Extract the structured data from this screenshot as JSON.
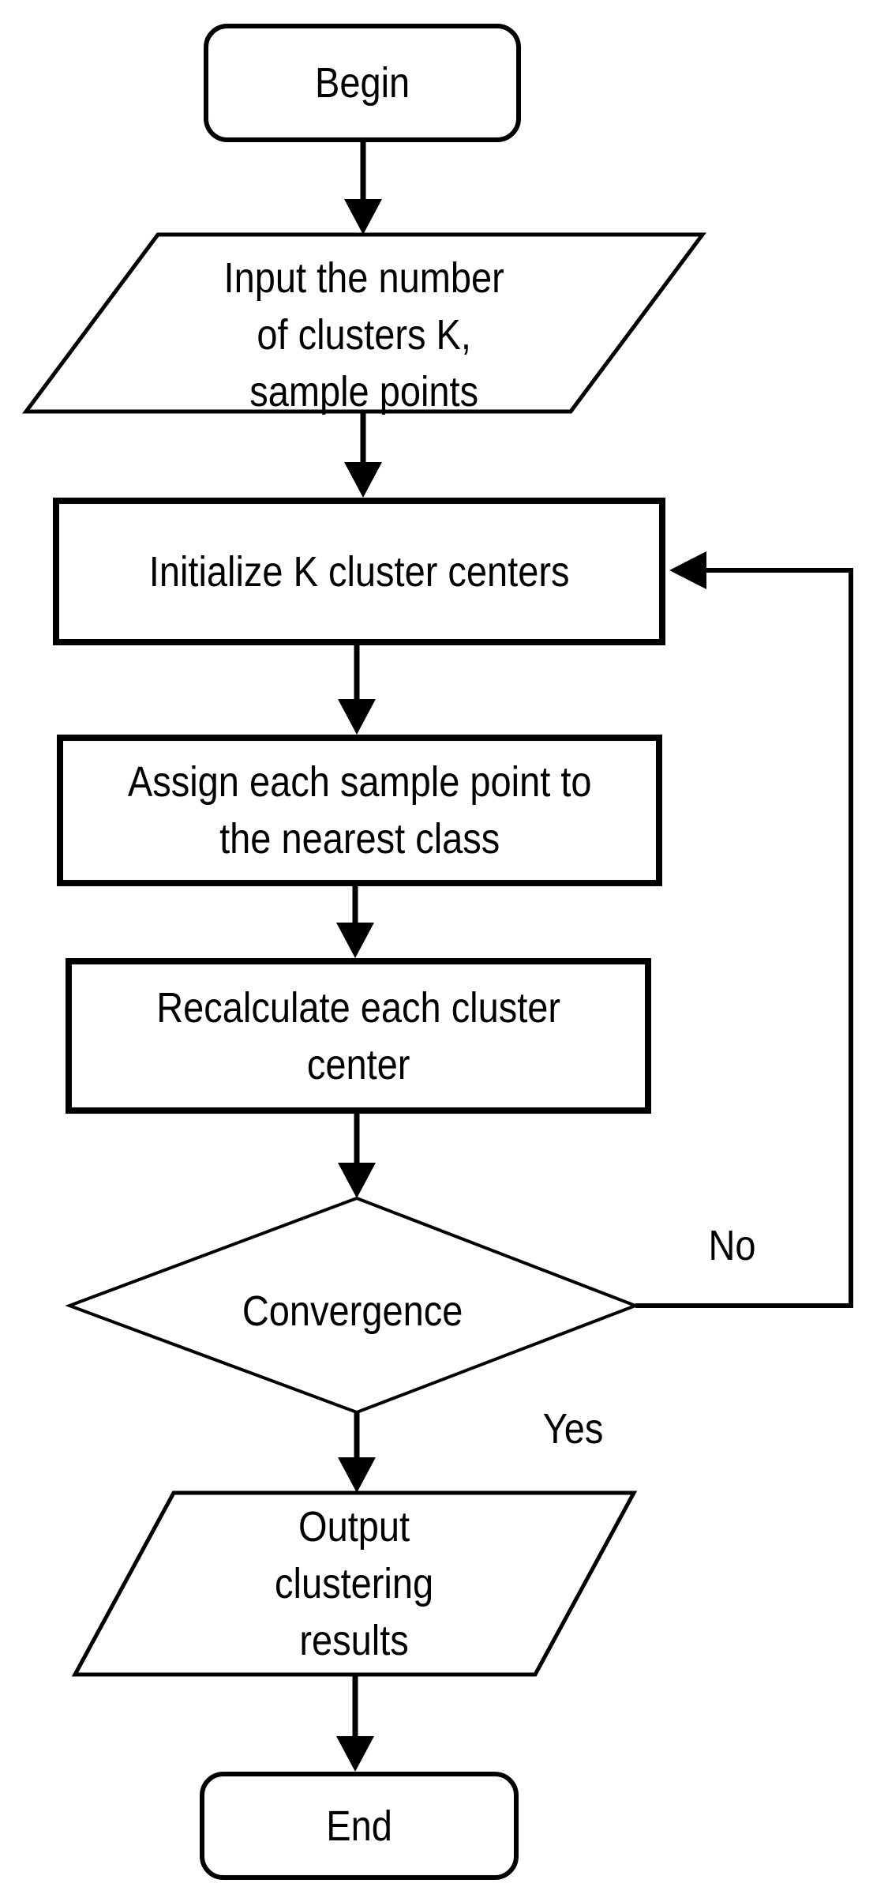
{
  "nodes": {
    "begin": {
      "label": "Begin"
    },
    "input": {
      "lines": [
        "Input the number",
        "of clusters K,",
        "sample points"
      ]
    },
    "initialize": {
      "label": "Initialize K cluster centers"
    },
    "assign": {
      "lines": [
        "Assign each sample point to",
        "the nearest class"
      ]
    },
    "recalculate": {
      "lines": [
        "Recalculate each cluster",
        "center"
      ]
    },
    "convergence": {
      "label": "Convergence"
    },
    "output": {
      "lines": [
        "Output",
        "clustering",
        "results"
      ]
    },
    "end": {
      "label": "End"
    }
  },
  "edges": {
    "no_label": "No",
    "yes_label": "Yes"
  },
  "colors": {
    "stroke": "#000000",
    "background": "#ffffff",
    "text": "#000000"
  }
}
